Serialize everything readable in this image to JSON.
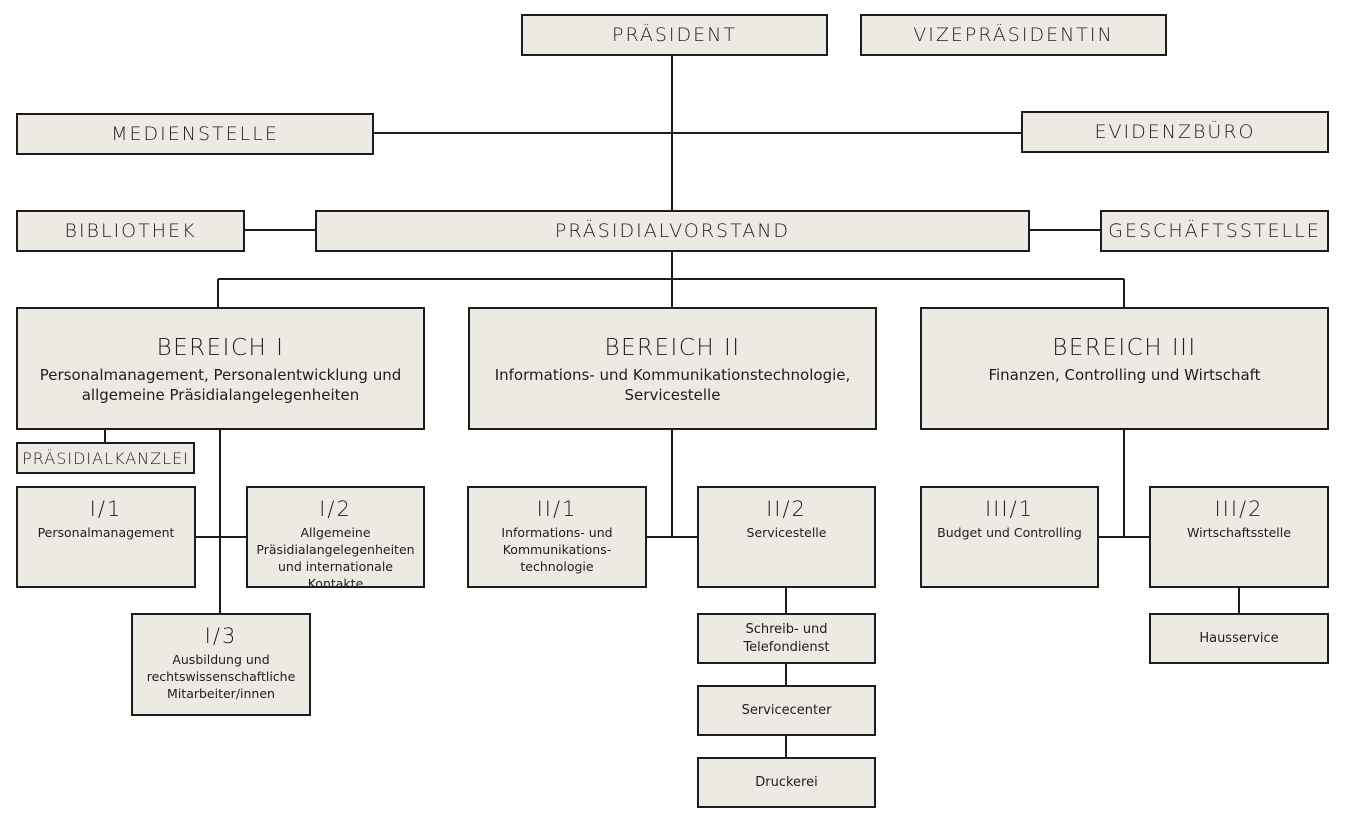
{
  "top": {
    "praesident": "PRÄSIDENT",
    "vizepraesidentin": "VIZEPRÄSIDENTIN",
    "medienstelle": "MEDIENSTELLE",
    "evidenzbuero": "EVIDENZBÜRO",
    "bibliothek": "BIBLIOTHEK",
    "praesidialvorstand": "PRÄSIDIALVORSTAND",
    "geschaeftsstelle": "GESCHÄFTSSTELLE",
    "praesidialkanzlei": "PRÄSIDIALKANZLEI"
  },
  "bereiche": [
    {
      "title": "BEREICH I",
      "subtitle": "Personalmanagement, Personalentwicklung und allgemeine Präsidialangelegenheiten"
    },
    {
      "title": "BEREICH II",
      "subtitle": "Informations- und Kommunikationstechnologie, Servicestelle"
    },
    {
      "title": "BEREICH III",
      "subtitle": "Finanzen, Controlling und Wirtschaft"
    }
  ],
  "units": {
    "i1": {
      "num": "I/1",
      "desc": "Personalmanagement"
    },
    "i2": {
      "num": "I/2",
      "desc": "Allgemeine Präsidialangelegenheiten und internationale Kontakte"
    },
    "i3": {
      "num": "I/3",
      "desc": "Ausbildung und rechtswissenschaftliche Mitarbeiter/innen"
    },
    "ii1": {
      "num": "II/1",
      "desc": "Informations- und Kommunikations-technologie"
    },
    "ii2": {
      "num": "II/2",
      "desc": "Servicestelle"
    },
    "iii1": {
      "num": "III/1",
      "desc": "Budget und Controlling"
    },
    "iii2": {
      "num": "III/2",
      "desc": "Wirtschaftsstelle"
    }
  },
  "sub": {
    "schreib": "Schreib- und Telefondienst",
    "servicecenter": "Servicecenter",
    "druckerei": "Druckerei",
    "hausservice": "Hausservice"
  },
  "colors": {
    "box_fill": "#ede9e3",
    "line": "#1c1c1c"
  }
}
